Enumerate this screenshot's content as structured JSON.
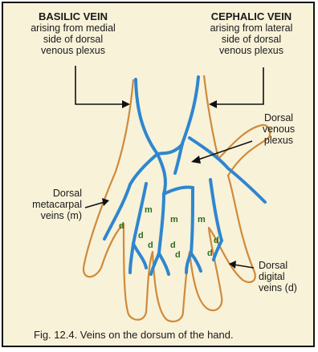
{
  "labels": {
    "basilic": {
      "title": "BASILIC VEIN",
      "line1": "arising from medial",
      "line2": "side of dorsal",
      "line3": "venous plexus"
    },
    "cephalic": {
      "title": "CEPHALIC VEIN",
      "line1": "arising from lateral",
      "line2": "side of dorsal",
      "line3": "venous plexus"
    },
    "plexus": {
      "line1": "Dorsal",
      "line2": "venous",
      "line3": "plexus"
    },
    "metacarpal": {
      "line1": "Dorsal",
      "line2": "metacarpal",
      "line3": "veins (m)"
    },
    "digital": {
      "line1": "Dorsal",
      "line2": "digital",
      "line3": "veins (d)"
    }
  },
  "markers": {
    "m": "m",
    "d": "d"
  },
  "caption": "Fig. 12.4. Veins on the dorsum of the hand.",
  "colors": {
    "hand_outline": "#d08a3a",
    "veins": "#2f86cf",
    "marker_text": "#2d6e1f",
    "background": "#f8f2d9"
  }
}
